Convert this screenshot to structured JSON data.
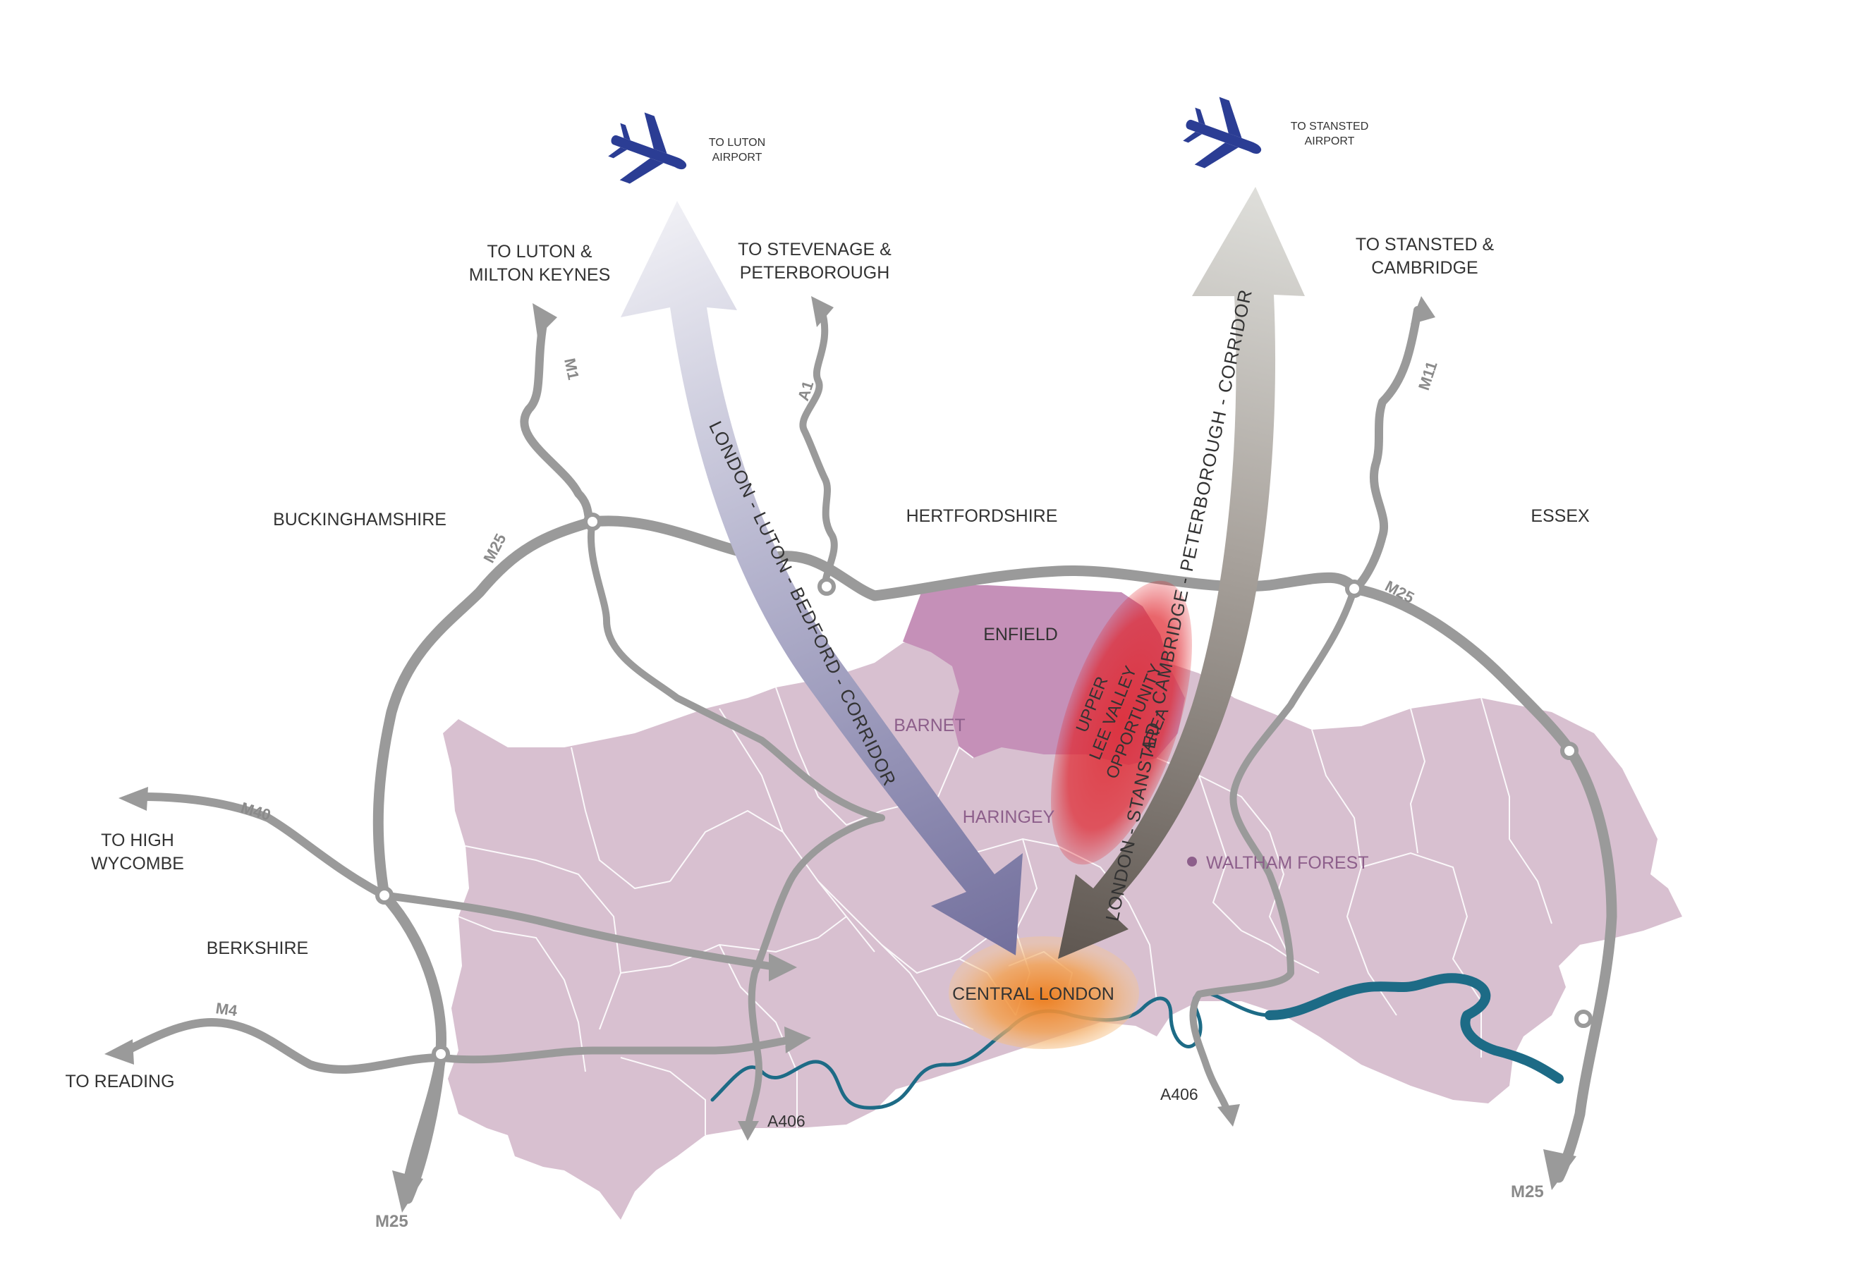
{
  "regions": {
    "buckinghamshire": "BUCKINGHAMSHIRE",
    "hertfordshire": "HERTFORDSHIRE",
    "essex": "ESSEX",
    "berkshire": "BERKSHIRE"
  },
  "boroughs": {
    "enfield": "ENFIELD",
    "barnet": "BARNET",
    "haringey": "HARINGEY",
    "waltham_forest": "WALTHAM FOREST",
    "central_london": "CENTRAL LONDON"
  },
  "destinations": {
    "luton_mk": [
      "TO LUTON &",
      "MILTON KEYNES"
    ],
    "stevenage": [
      "TO STEVENAGE &",
      "PETERBOROUGH"
    ],
    "stansted_cambridge": [
      "TO STANSTED &",
      "CAMBRIDGE"
    ],
    "high_wycombe": [
      "TO HIGH",
      "WYCOMBE"
    ],
    "reading": "TO READING"
  },
  "airports": {
    "luton": [
      "TO LUTON",
      "AIRPORT"
    ],
    "stansted": [
      "TO STANSTED",
      "AIRPORT"
    ]
  },
  "roads": {
    "m1": "M1",
    "a1": "A1",
    "m11": "M11",
    "m25_nw": "M25",
    "m25_ne": "M25",
    "m25_sw": "M25",
    "m25_se": "M25",
    "m40": "M40",
    "m4": "M4",
    "a406_w": "A406",
    "a406_e": "A406"
  },
  "corridors": {
    "west": "LONDON - LUTON - BEDFORD - CORRIDOR",
    "east": "LONDON - STANSTED - CAMBRIDGE - PETERBOROUGH - CORRIDOR"
  },
  "opportunity_area": [
    "UPPER",
    "LEE VALLEY",
    "OPPORTUNITY",
    "AREA"
  ],
  "colors": {
    "london_fill": "#d8c0d0",
    "enfield_fill": "#c590b8",
    "road": "#9a9a9a",
    "river": "#1d6b86",
    "plane": "#2b3d94",
    "opportunity": "#e0242c",
    "central": "#ef8a2a",
    "corridor_west": "#7d7aa6",
    "corridor_east": "#6d6560"
  }
}
